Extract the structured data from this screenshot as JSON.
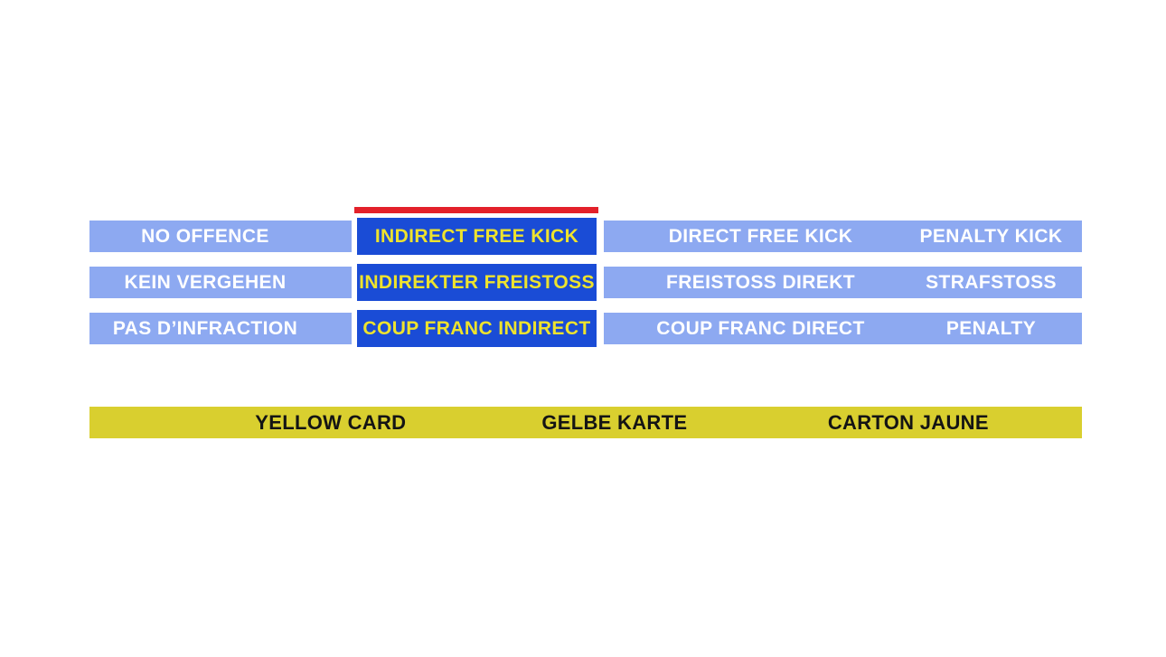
{
  "colors": {
    "light_blue": "#8da9f1",
    "selected_blue": "#1a4cd6",
    "selected_text": "#eee32d",
    "indicator_red": "#e3212a",
    "card_yellow": "#d9cf2f",
    "card_text": "#141414",
    "row_text": "#ffffff"
  },
  "selection": {
    "selected_column": "indirect_free_kick"
  },
  "rows": [
    {
      "lang": "english",
      "no_offence": "NO OFFENCE",
      "indirect_free_kick": "INDIRECT FREE KICK",
      "direct_free_kick": "DIRECT FREE KICK",
      "penalty_kick": "PENALTY KICK"
    },
    {
      "lang": "german",
      "no_offence": "KEIN VERGEHEN",
      "indirect_free_kick": "INDIREKTER FREISTOSS",
      "direct_free_kick": "FREISTOSS DIREKT",
      "penalty_kick": "STRAFSTOSS"
    },
    {
      "lang": "french",
      "no_offence": "PAS D’INFRACTION",
      "indirect_free_kick": "COUP FRANC INDIRECT",
      "direct_free_kick": "COUP FRANC DIRECT",
      "penalty_kick": "PENALTY"
    }
  ],
  "card_bar": {
    "en": "YELLOW CARD",
    "de": "GELBE KARTE",
    "fr": "CARTON JAUNE"
  }
}
